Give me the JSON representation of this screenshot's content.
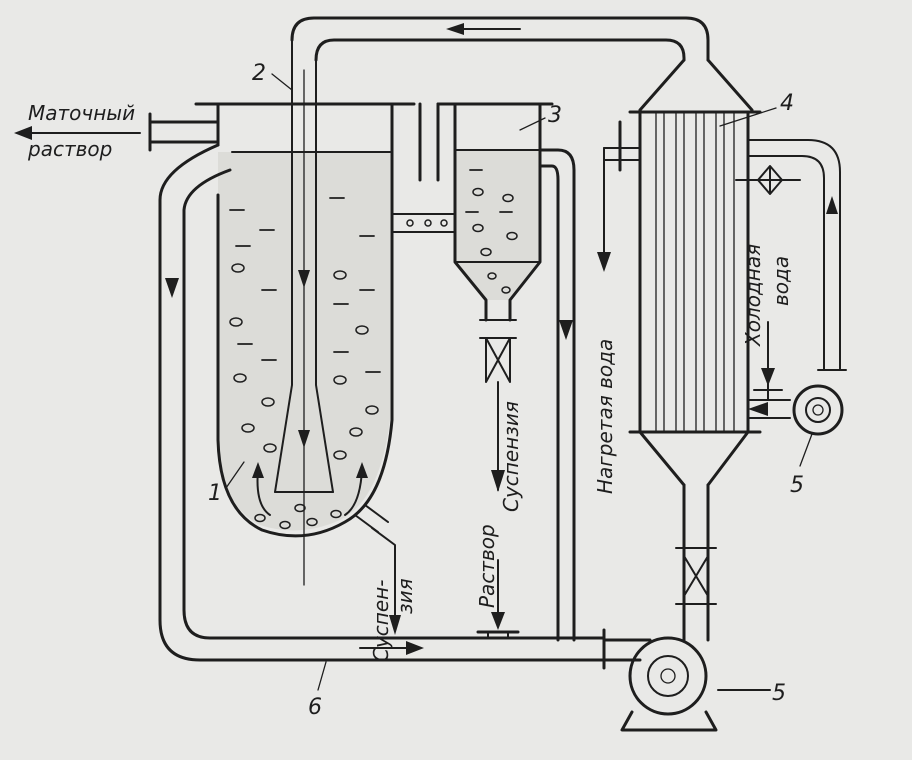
{
  "labels": {
    "mother_liquor": [
      "Маточный",
      "раствор"
    ],
    "suspension_main": "Суспензия",
    "suspension_bottom": [
      "Суспен-",
      "зия"
    ],
    "heated_water": "Нагретая вода",
    "cold_water": [
      "Холодная",
      "вода"
    ],
    "solution": "Раствор",
    "num_1": "1",
    "num_2": "2",
    "num_3": "3",
    "num_4": "4",
    "num_5_top": "5",
    "num_5_bottom": "5",
    "num_6": "6"
  },
  "colors": {
    "ink": "#1e1e1e",
    "paper": "#e9e9e7",
    "liquid": "#dcdcd8"
  }
}
